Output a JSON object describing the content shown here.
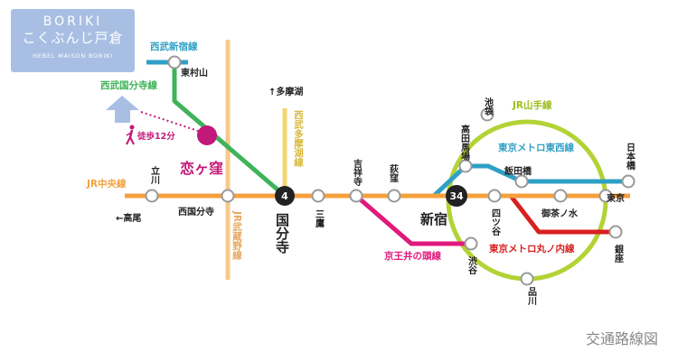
{
  "logo": {
    "line1": "BORIKI",
    "line2": "こくぶんじ戸倉",
    "line3": "HEBEL MAISON BORIKI"
  },
  "footer": "交通路線図",
  "colors": {
    "chuo": "#f5a03c",
    "musashino": "#f7c98a",
    "seibu_kokubunji": "#3fb35a",
    "seibu_shinjuku": "#2fa0c5",
    "seibu_tamako": "#f2d56e",
    "tozai": "#2fa0c5",
    "marunouchi": "#d92020",
    "keio_inokashira": "#e0197d",
    "yamanote": "#b3d335",
    "home": "#c2187a",
    "arrow": "#a8bfe3"
  },
  "lines": {
    "seibu_shinjuku": "西武新宿線",
    "seibu_kokubunji": "西武国分寺線",
    "jr_chuo": "JR中央線",
    "jr_musashino": "JR武蔵野線",
    "seibu_tamako": "西武多摩湖線",
    "jr_yamanote": "JR山手線",
    "tozai": "東京メトロ東西線",
    "marunouchi": "東京メトロ丸ノ内線",
    "keio_inokashira": "京王井の頭線"
  },
  "stations": {
    "higashimurayama": "東村山",
    "tachikawa": "立川",
    "nishikokubunji": "西国分寺",
    "kokubunji": "国分寺",
    "mitaka": "三鷹",
    "kichijoji": "吉祥寺",
    "ogikubo": "荻窪",
    "shinjuku": "新宿",
    "yotsuya": "四ツ谷",
    "ochanomizu": "御茶ノ水",
    "tokyo": "東京",
    "nihonbashi": "日本橋",
    "iidabashi": "飯田橋",
    "takadanobaba": "高田馬場",
    "ikebukuro": "池袋",
    "shibuya": "渋谷",
    "shinagawa": "品川",
    "ginza": "銀座"
  },
  "home": {
    "name": "恋ヶ窪",
    "walk": "徒歩12分"
  },
  "badges": {
    "kokubunji": "4",
    "shinjuku": "34"
  },
  "directions": {
    "takao": "←高尾",
    "tamako": "↑多摩湖"
  }
}
